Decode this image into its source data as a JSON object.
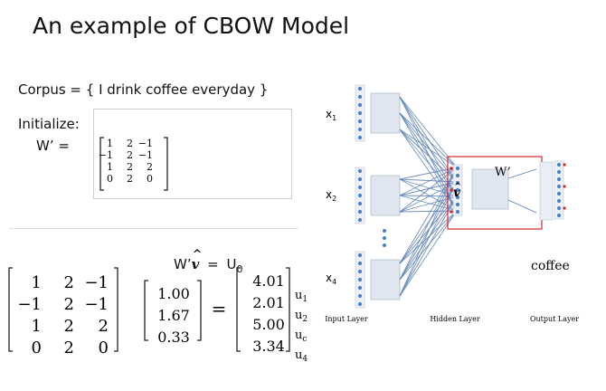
{
  "slide": {
    "title": "An example of CBOW Model",
    "corpus": "Corpus = { I drink coffee everyday }",
    "initialize": "Initialize:",
    "w_prime_eq": "W’  =",
    "equation": {
      "lhs": "W’",
      "eq": "=",
      "rhs": "U",
      "rhs_sub": "0"
    }
  },
  "w_prime_matrix": [
    [
      "1",
      "2",
      "−1"
    ],
    [
      "−1",
      "2",
      "−1"
    ],
    [
      "1",
      "2",
      "2"
    ],
    [
      "0",
      "2",
      "0"
    ]
  ],
  "big_matrix": [
    [
      "1",
      "2",
      "−1"
    ],
    [
      "−1",
      "2",
      "−1"
    ],
    [
      "1",
      "2",
      "2"
    ],
    [
      "0",
      "2",
      "0"
    ]
  ],
  "v_hat_vector": [
    "1.00",
    "1.67",
    "0.33"
  ],
  "equals_sign": "=",
  "result_vector": [
    "4.01",
    "2.01",
    "5.00",
    "3.34"
  ],
  "u_labels": [
    {
      "base": "u",
      "sub": "1"
    },
    {
      "base": "u",
      "sub": "2"
    },
    {
      "base": "u",
      "sub": "c"
    },
    {
      "base": "u",
      "sub": "4"
    }
  ],
  "network": {
    "inputs": [
      {
        "base": "x",
        "sub": "1"
      },
      {
        "base": "x",
        "sub": "2"
      },
      {
        "base": "x",
        "sub": "4"
      }
    ],
    "input_layer_label": "Input Layer",
    "hidden_layer_label": "Hidden Layer",
    "output_layer_label": "Output Layer",
    "w_prime_label": "W’",
    "output_word": "coffee",
    "colors": {
      "node": "#4a7fc9",
      "edge": "#5a7fb5",
      "layer_box": "#dfe6ef",
      "highlight": "#d8262d"
    }
  }
}
